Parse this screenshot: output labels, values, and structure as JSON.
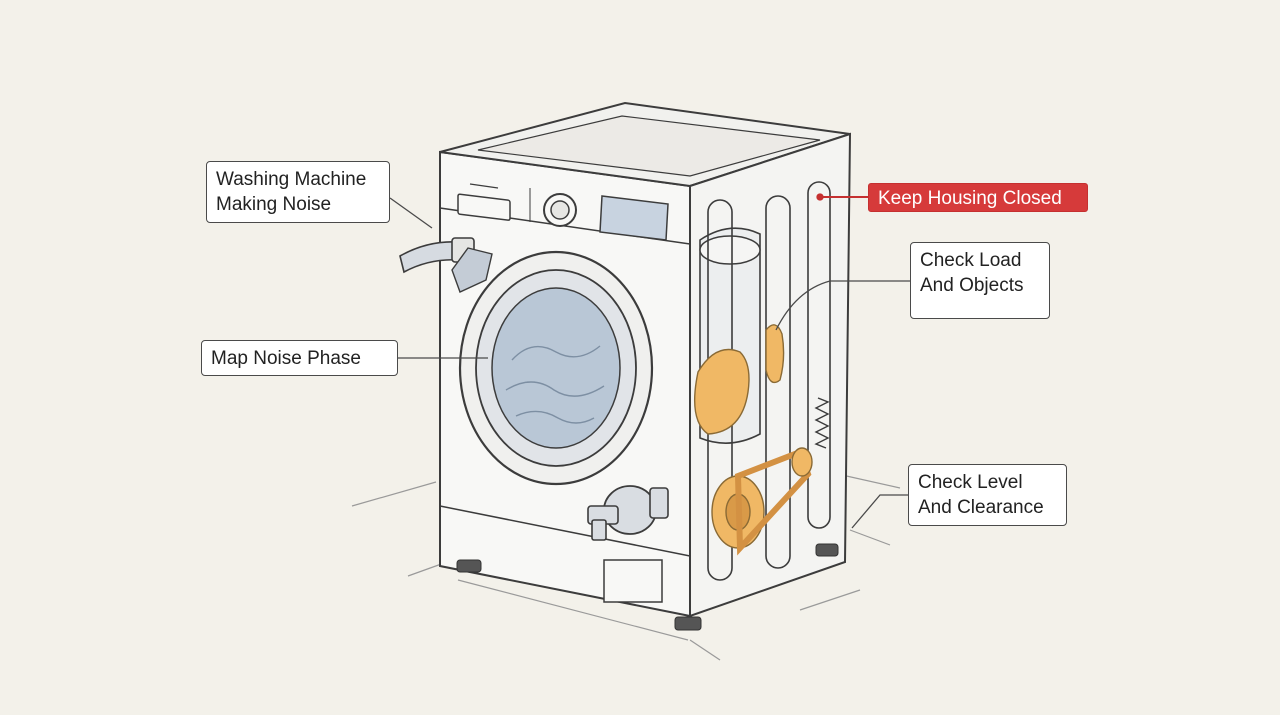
{
  "diagram": {
    "callouts": {
      "noise": {
        "line1": "Washing Machine",
        "line2": "Making Noise"
      },
      "phase": {
        "text": "Map Noise Phase"
      },
      "housing": {
        "text": "Keep Housing Closed"
      },
      "load": {
        "line1": "Check Load",
        "line2": "And Objects"
      },
      "level": {
        "line1": "Check Level",
        "line2": "And Clearance"
      }
    },
    "colors": {
      "background": "#f3f1ea",
      "warning": "#d63a3a",
      "highlight": "#f0b865",
      "line": "#4a4a4a"
    }
  }
}
